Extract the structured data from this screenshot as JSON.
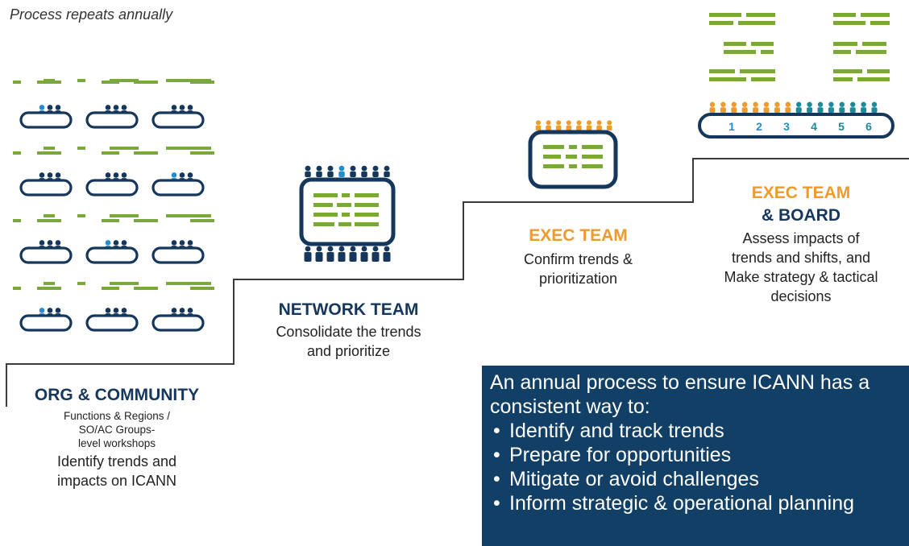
{
  "note": "Process repeats annually",
  "colors": {
    "navy": "#16375c",
    "green": "#7aa83b",
    "orange": "#ee9a2c",
    "blue": "#1f8fd0",
    "teal": "#1b8a9a",
    "box": "#123f66"
  },
  "steps": [
    {
      "title_lines": [
        "ORG & COMMUNITY"
      ],
      "subtitle_lines": [
        "Functions & Regions /",
        "SO/AC Groups-",
        "level workshops"
      ],
      "desc_lines": [
        "Identify trends and",
        "impacts on ICANN"
      ],
      "title_color": "navy"
    },
    {
      "title_lines": [
        "NETWORK TEAM"
      ],
      "desc_lines": [
        "Consolidate the trends",
        "and prioritize"
      ],
      "title_color": "navy"
    },
    {
      "title_lines": [
        "EXEC TEAM"
      ],
      "desc_lines": [
        "Confirm trends &",
        "prioritization"
      ],
      "title_color": "orange"
    },
    {
      "title_lines": [
        "EXEC TEAM",
        "& BOARD"
      ],
      "desc_lines": [
        "Assess impacts of",
        "trends and shifts, and",
        "Make strategy & tactical",
        "decisions"
      ],
      "title_color": "orange"
    }
  ],
  "board_seats": [
    "1",
    "2",
    "3",
    "4",
    "5",
    "6"
  ],
  "info": {
    "intro_lines": [
      "An annual process to ensure ICANN has a",
      "consistent way to:"
    ],
    "bullets": [
      "Identify and track trends",
      "Prepare for opportunities",
      "Mitigate or avoid challenges",
      "Inform strategic & operational planning"
    ]
  }
}
